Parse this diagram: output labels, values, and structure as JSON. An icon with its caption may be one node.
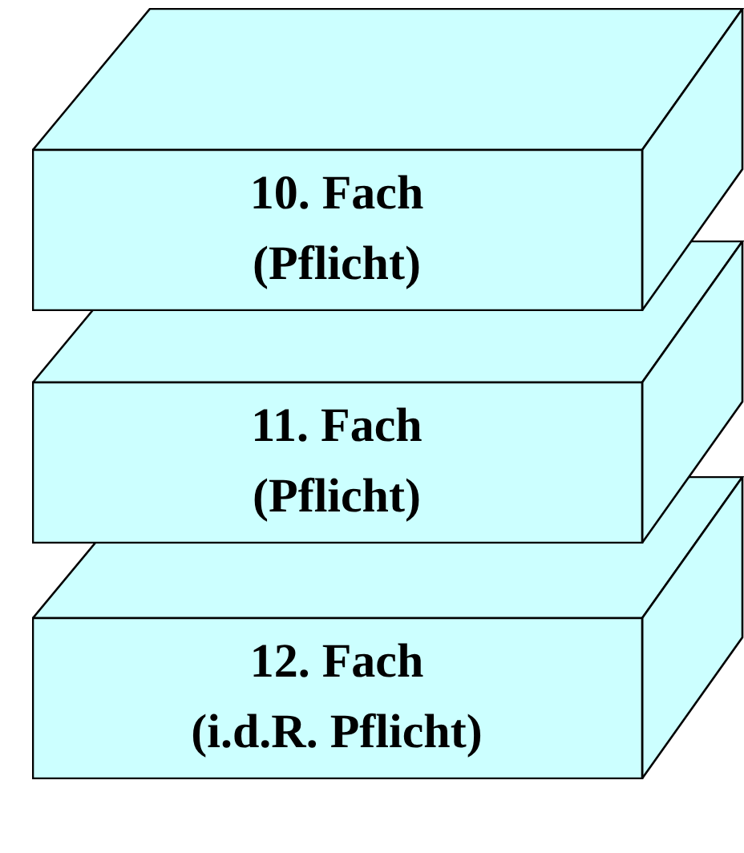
{
  "diagram": {
    "nodes": [
      {
        "text": [
          "10. Fach",
          "(Pflicht)"
        ]
      },
      {
        "text": [
          "11. Fach",
          "(Pflicht)"
        ]
      },
      {
        "text": [
          "12. Fach",
          "(i.d.R. Pflicht)"
        ]
      }
    ]
  }
}
